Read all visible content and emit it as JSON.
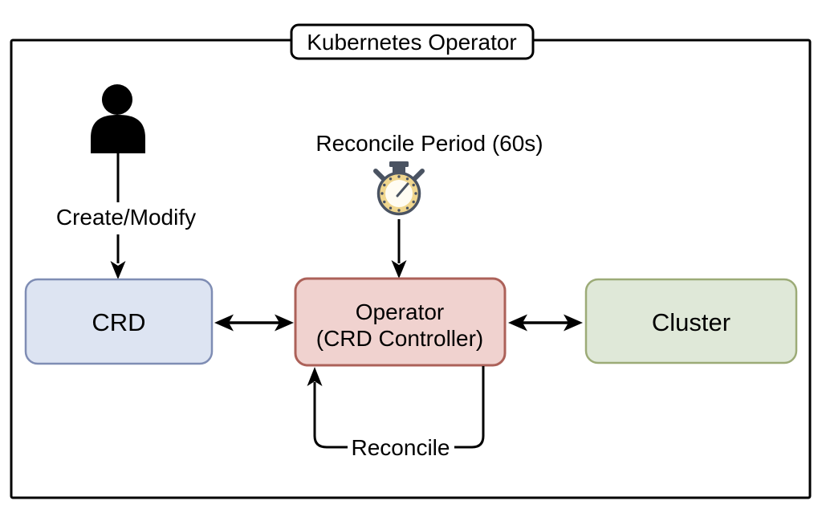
{
  "diagram": {
    "title": "Kubernetes Operator",
    "nodes": {
      "crd": {
        "label": "CRD"
      },
      "operator": {
        "label_line1": "Operator",
        "label_line2": "(CRD Controller)"
      },
      "cluster": {
        "label": "Cluster"
      }
    },
    "edges": {
      "create_modify": {
        "label": "Create/Modify"
      },
      "reconcile_period": {
        "label": "Reconcile Period (60s)"
      },
      "reconcile_loop": {
        "label": "Reconcile"
      }
    },
    "icons": {
      "user": "user-icon",
      "stopwatch": "stopwatch-icon"
    },
    "colors": {
      "line": "#000000",
      "frame_fill": "#ffffff",
      "crd_fill": "#dde4f2",
      "crd_border": "#7f8db4",
      "operator_fill": "#f0d2cf",
      "operator_border": "#ac6159",
      "cluster_fill": "#dfe8d8",
      "cluster_border": "#9cab77",
      "user_icon": "#000000",
      "stopwatch_ring": "#f0d68e",
      "stopwatch_outline": "#4a5362",
      "stopwatch_face": "#fffcf2"
    }
  }
}
